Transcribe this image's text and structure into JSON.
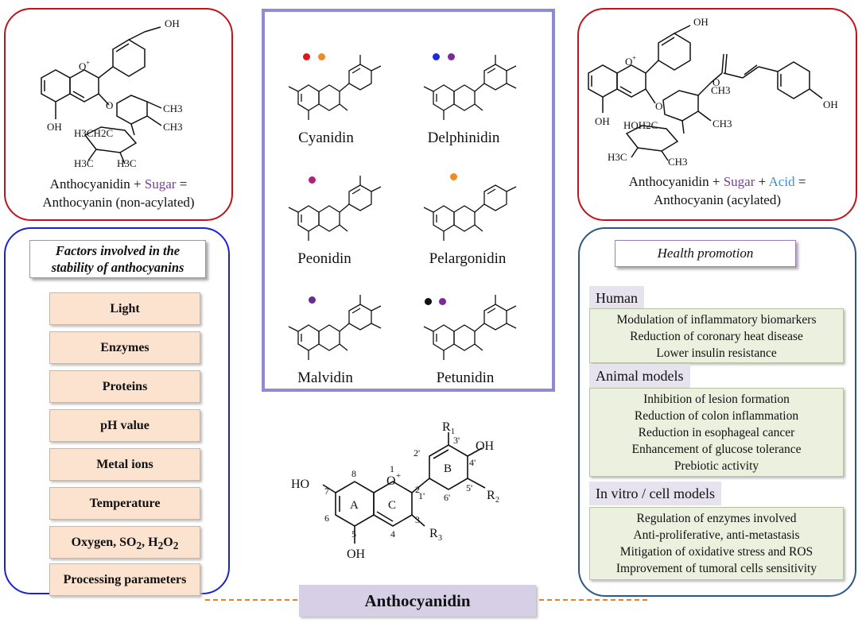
{
  "non_acylated": {
    "caption_a": "Anthocyanidin + ",
    "caption_sugar": "Sugar",
    "caption_b": " =",
    "caption_line2": "Anthocyanin (non-acylated)",
    "labels": {
      "oh_top": "OH",
      "oh_bottom": "OH",
      "o_plus": "O",
      "ch3_a": "CH3",
      "ch3_b": "CH3",
      "h3ch2c": "H3CH2C",
      "h3c_a": "H3C",
      "h3c_b": "H3C"
    }
  },
  "acylated": {
    "caption_a": "Anthocyanidin + ",
    "caption_sugar": "Sugar",
    "caption_plus": " + ",
    "caption_acid": "Acid",
    "caption_b": " =",
    "caption_line2": "Anthocyanin (acylated)",
    "labels": {
      "oh_top": "OH",
      "oh_right": "OH",
      "oh_bottom": "OH",
      "o_plus": "O",
      "ch3_a": "CH3",
      "ch3_b": "CH3",
      "hoh2c": "HOH2C",
      "h3c": "H3C",
      "ch3_c": "CH3"
    }
  },
  "compounds": [
    {
      "name": "Cyanidin",
      "dots": [
        "#e01818",
        "#f08a24"
      ]
    },
    {
      "name": "Delphinidin",
      "dots": [
        "#1a2ce0",
        "#7a2aa0"
      ]
    },
    {
      "name": "Peonidin",
      "dots": [
        "#b0207a"
      ]
    },
    {
      "name": "Pelargonidin",
      "dots": [
        "#f08a24"
      ]
    },
    {
      "name": "Malvidin",
      "dots": [
        "#6a2a90"
      ]
    },
    {
      "name": "Petunidin",
      "dots": [
        "#111111",
        "#7a2aa0"
      ]
    }
  ],
  "factors": {
    "title_line1": "Factors involved in the",
    "title_line2": "stability of anthocyanins",
    "items": [
      "Light",
      "Enzymes",
      "Proteins",
      "pH value",
      "Metal ions",
      "Temperature",
      "Processing parameters"
    ],
    "oxygen_item": {
      "a": "Oxygen, SO",
      "s1": "2",
      "b": ", H",
      "s2": "2",
      "c": "O",
      "s3": "2"
    }
  },
  "health": {
    "title": "Health promotion",
    "groups": [
      {
        "label": "Human",
        "items": [
          "Modulation of inflammatory biomarkers",
          "Reduction of coronary heat disease",
          "Lower insulin resistance"
        ]
      },
      {
        "label": "Animal models",
        "items": [
          "Inhibition of lesion formation",
          "Reduction of colon inflammation",
          "Reduction in esophageal cancer",
          "Enhancement of glucose tolerance",
          "Prebiotic activity"
        ]
      },
      {
        "label": "In vitro / cell models",
        "items": [
          "Regulation of enzymes involved",
          "Anti-proliferative, anti-metastasis",
          "Mitigation of oxidative stress and ROS",
          "Improvement of tumoral cells sensitivity"
        ]
      }
    ]
  },
  "core": {
    "title": "Anthocyanidin",
    "labels": {
      "ho": "HO",
      "oh_bottom": "OH",
      "oh_top": "OH",
      "r1": "R",
      "r1_sub": "1",
      "r2": "R",
      "r2_sub": "2",
      "r3": "R",
      "r3_sub": "3",
      "ring_a": "A",
      "ring_b": "B",
      "ring_c": "C",
      "n1": "1",
      "n2": "2",
      "n3": "3",
      "n4": "4",
      "n5": "5",
      "n6": "6",
      "n7": "7",
      "n8": "8",
      "n1p": "1'",
      "n2p": "2'",
      "n3p": "3'",
      "n4p": "4'",
      "n5p": "5'",
      "n6p": "6'",
      "o_plus": "O"
    }
  }
}
